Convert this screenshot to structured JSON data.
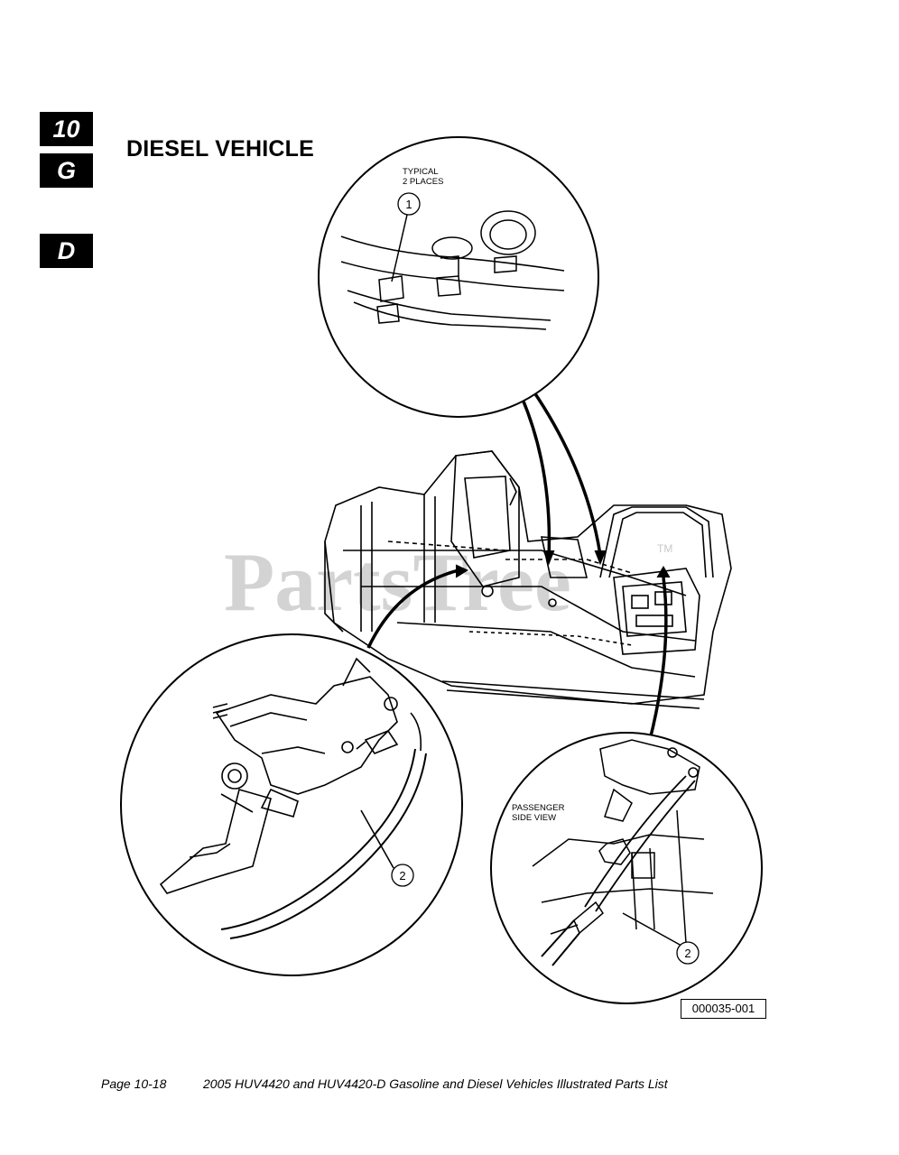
{
  "tabs": {
    "chapter": "10",
    "section": "G",
    "subsection": "D"
  },
  "title": "DIESEL VEHICLE",
  "diagram": {
    "top_detail": {
      "note_line1": "TYPICAL",
      "note_line2": "2 PLACES",
      "callout": "1"
    },
    "left_detail": {
      "callout": "2"
    },
    "right_detail": {
      "note_line1": "PASSENGER",
      "note_line2": "SIDE VIEW",
      "callout": "2"
    },
    "watermark": "PartsTree",
    "watermark_tm": "TM",
    "figure_number": "000035-001"
  },
  "footer": {
    "page": "Page 10-18",
    "document": "2005 HUV4420 and HUV4420-D Gasoline and Diesel Vehicles Illustrated Parts List"
  }
}
